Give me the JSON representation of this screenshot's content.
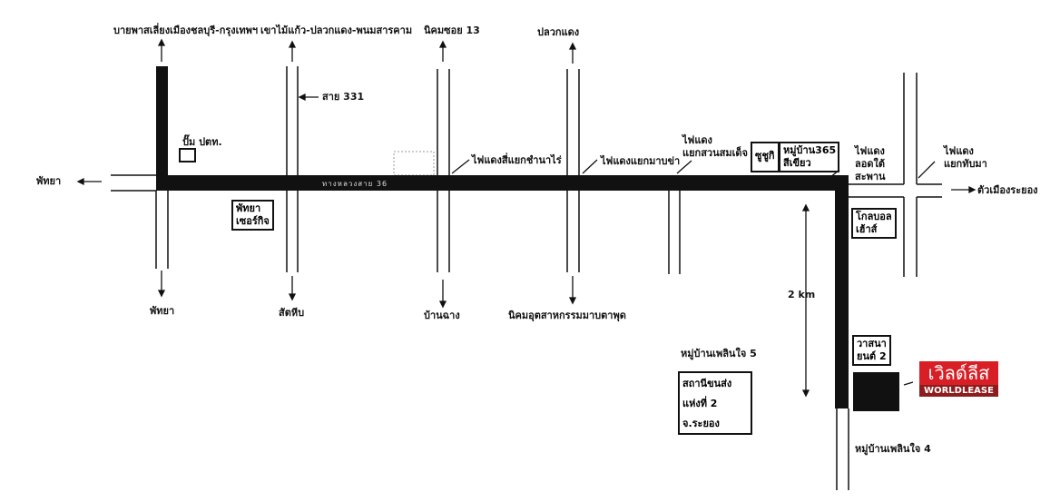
{
  "directions": {
    "north_1": "บายพาสเลี่ยงเมืองชลบุรี-กรุงเทพฯ",
    "north_2": "เขาไม้แก้ว-ปลวกแดง-พนมสารคาม",
    "north_3": "นิคมซอย 13",
    "north_4": "ปลวกแดง",
    "west": "พัทยา",
    "east": "ตัวเมืองระยอง",
    "south_1": "พัทยา",
    "south_2": "สัตหีบ",
    "south_3": "บ้านฉาง",
    "south_4": "นิคมอุตสาหกรรมมาบตาพุด"
  },
  "labels": {
    "route_331": "สาย 331",
    "gas_station": "ปั๊ม ปตท.",
    "main_road": "ทางหลวงสาย 36",
    "light_1": "ไฟแดงสี่แยกชำนาไร่",
    "light_2": "ไฟแดงแยกมาบข่า",
    "light_3": [
      "ไฟแดง",
      "แยกสวนสมเด็จ"
    ],
    "light_4": [
      "ไฟแดง",
      "ลอดใต้",
      "สะพาน"
    ],
    "light_5": [
      "ไฟแดง",
      "แยกทับมา"
    ],
    "distance": "2 km",
    "village_5": "หมู่บ้านเพลินใจ 5",
    "village_4": "หมู่บ้านเพลินใจ 4"
  },
  "boxes": {
    "pattaya_sergit": [
      "พัทยา",
      "เซอร์กิจ"
    ],
    "sushi": "ซูชูกิ",
    "village_365": [
      "หมู่บ้าน365",
      "สีเขียว"
    ],
    "global_house": [
      "โกลบอล",
      "เฮ้าส์"
    ],
    "wasana": [
      "วาสนา",
      "ยนต์ 2"
    ],
    "transport_station": [
      "สถานีขนส่ง",
      "แห่งที่ 2",
      "จ.ระยอง"
    ]
  },
  "logo": {
    "thai": "เวิลด์ลีส",
    "english": "WORLDLEASE",
    "color": "#d81f26"
  }
}
